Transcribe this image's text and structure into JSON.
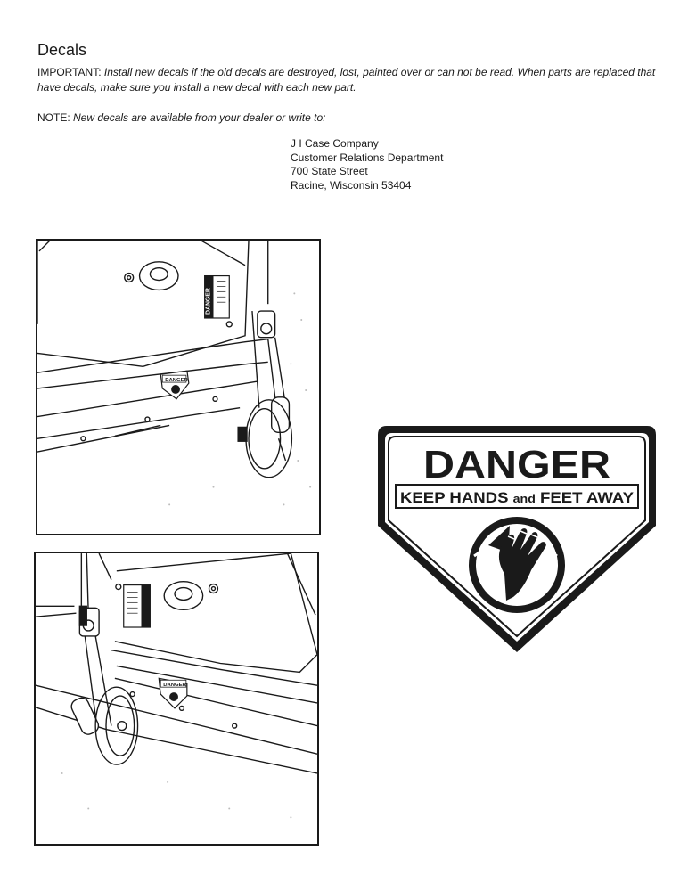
{
  "page": {
    "title": "Decals",
    "important_label": "IMPORTANT:",
    "important_text": "Install new decals if the old decals are destroyed, lost, painted over or can not be read. When parts are replaced that have decals, make sure you install a new decal with each new part.",
    "note_label": "NOTE:",
    "note_text": "New decals are available from your dealer or write to:",
    "address": {
      "line1": "J I Case Company",
      "line2": "Customer Relations Department",
      "line3": "700 State Street",
      "line4": "Racine, Wisconsin 53404"
    }
  },
  "illustrations": {
    "top_decal_small_label": "DANGER",
    "side_decal_small_label": "DANGER",
    "bottom_decal_small_label": "DANGER"
  },
  "decal": {
    "heading": "DANGER",
    "subtext_part1": "KEEP HANDS ",
    "subtext_and": "and",
    "subtext_part2": " FEET AWAY",
    "icon": "hand-warning-icon"
  }
}
